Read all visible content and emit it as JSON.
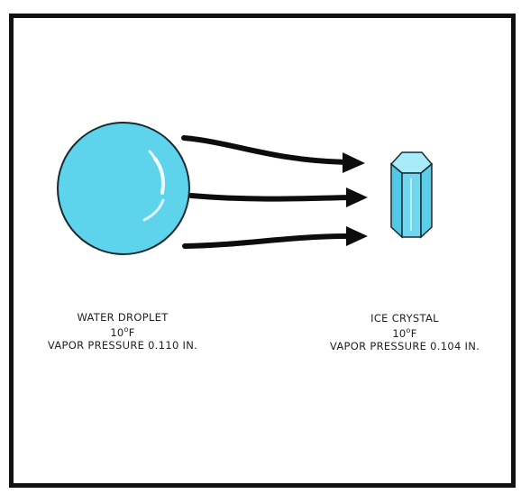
{
  "droplet": {
    "name": "WATER DROPLET",
    "temp_value": "10",
    "temp_unit": "F",
    "vapor_pressure": "VAPOR PRESSURE 0.110 IN."
  },
  "crystal": {
    "name": "ICE CRYSTAL",
    "temp_value": "10",
    "temp_unit": "F",
    "vapor_pressure": "VAPOR PRESSURE 0.104 IN."
  },
  "colors": {
    "droplet_fill": "#5ed3ec",
    "crystal_fill": "#6fd8ef",
    "outline": "#1a2a33",
    "arrow": "#0d0d0d"
  },
  "icons": {
    "droplet": "water-droplet-icon",
    "crystal": "ice-crystal-icon",
    "arrow": "arrow-right-icon"
  }
}
